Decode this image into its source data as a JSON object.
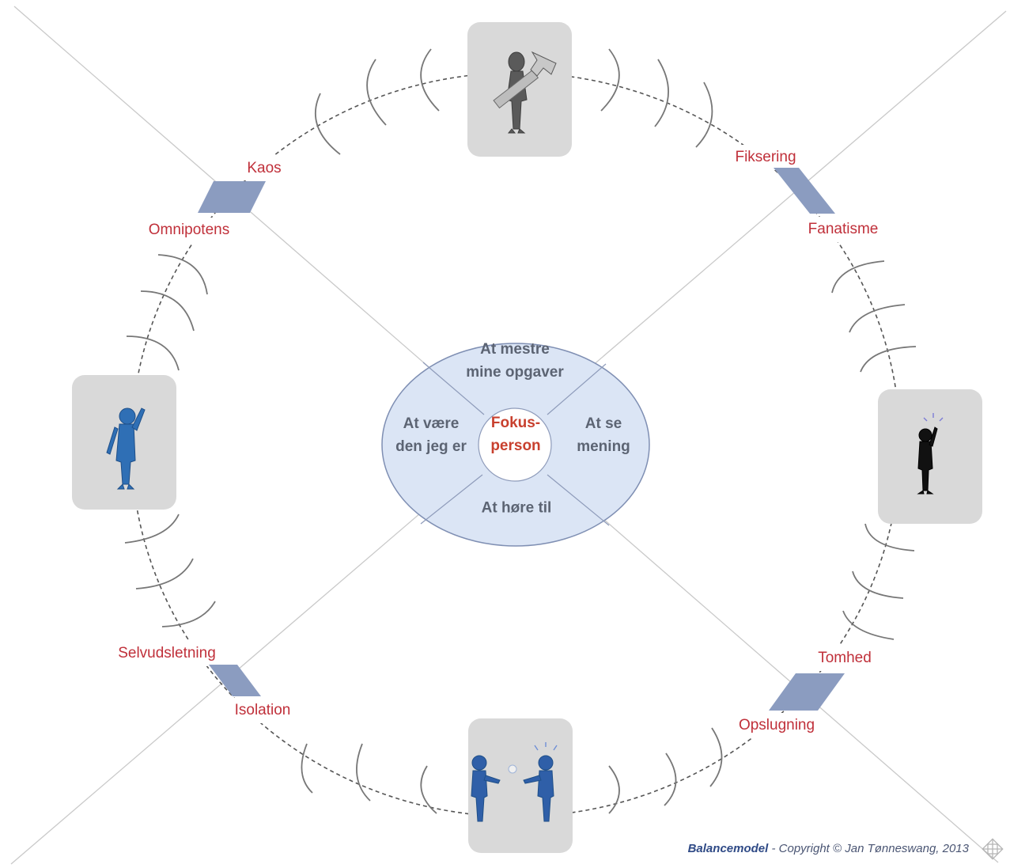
{
  "center": {
    "label_line1": "Fokus-",
    "label_line2": "person"
  },
  "quadrants": {
    "top": {
      "line1": "At mestre",
      "line2": "mine opgaver"
    },
    "left": {
      "line1": "At være",
      "line2": "den jeg er"
    },
    "right": {
      "line1": "At se",
      "line2": "mening"
    },
    "bottom": {
      "line1": "At høre til"
    }
  },
  "labels": {
    "kaos": "Kaos",
    "omnipotens": "Omnipotens",
    "fiksering": "Fiksering",
    "fanatisme": "Fanatisme",
    "selvudsletning": "Selvudsletning",
    "isolation": "Isolation",
    "tomhed": "Tomhed",
    "opslugning": "Opslugning"
  },
  "footer": {
    "model": "Balancemodel",
    "copyright": " - Copyright © Jan Tønneswang, 2013"
  },
  "colors": {
    "label_red": "#c0303a",
    "ellipse_fill": "#dbe5f5",
    "ellipse_stroke": "#7f8fb3",
    "card_gray": "#d9d9d9",
    "connector_blue": "#8b9cc0",
    "figure_blue": "#2f6fb5",
    "figure_dark": "#505050"
  },
  "icons": {
    "top": "worker-with-hammer-icon",
    "left": "person-raising-hand-icon",
    "right": "person-with-idea-icon",
    "bottom": "two-people-talking-icon"
  }
}
